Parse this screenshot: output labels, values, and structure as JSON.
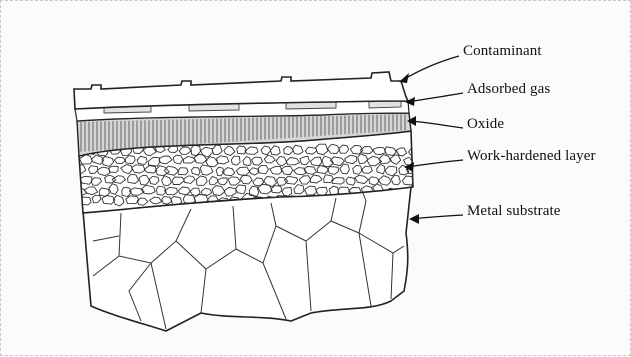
{
  "figure": {
    "labels": {
      "contaminant": "Contaminant",
      "adsorbed_gas": "Adsorbed gas",
      "oxide": "Oxide",
      "work_hardened": "Work-hardened layer",
      "metal_substrate": "Metal substrate"
    },
    "colors": {
      "ink": "#222222",
      "oxide_fill": "#d6d6d6",
      "adsorbed_fill": "#e2e2e2",
      "background": "#fbfbfb"
    }
  }
}
